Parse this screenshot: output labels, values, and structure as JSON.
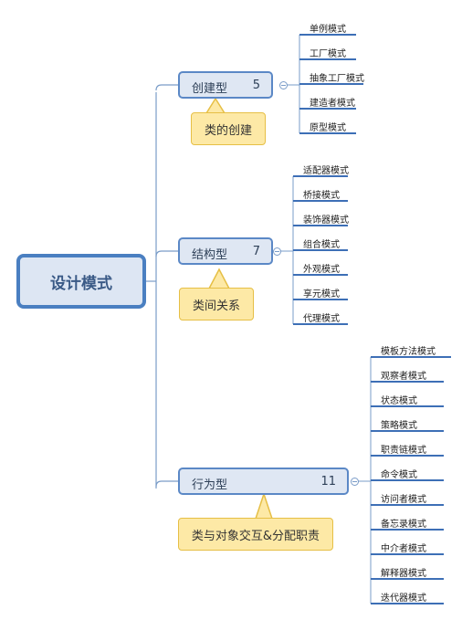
{
  "root": {
    "label": "设计模式"
  },
  "branches": [
    {
      "label": "创建型",
      "count": "5",
      "note": "类的创建",
      "leaves": [
        "单例模式",
        "工厂模式",
        "抽象工厂模式",
        "建造者模式",
        "原型模式"
      ]
    },
    {
      "label": "结构型",
      "count": "7",
      "note": "类间关系",
      "leaves": [
        "适配器模式",
        "桥接模式",
        "装饰器模式",
        "组合模式",
        "外观模式",
        "享元模式",
        "代理模式"
      ]
    },
    {
      "label": "行为型",
      "count": "11",
      "note": "类与对象交互&分配职责",
      "leaves": [
        "模板方法模式",
        "观察者模式",
        "状态模式",
        "策略模式",
        "职责链模式",
        "命令模式",
        "访问者模式",
        "备忘录模式",
        "中介者模式",
        "解释器模式",
        "迭代器模式"
      ]
    }
  ],
  "colors": {
    "root_border": "#4a7fc1",
    "branch_border": "#5b88c6",
    "branch_fill": "#dfe7f3",
    "note_fill": "#fde9a6",
    "note_border": "#e6bf45",
    "leaf_underline": "#3d6fb6"
  }
}
